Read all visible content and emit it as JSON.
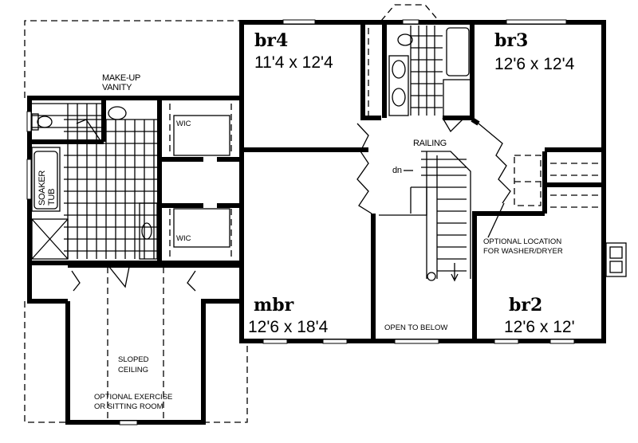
{
  "rooms": {
    "br4": {
      "name": "br4",
      "size": "11'4 x 12'4"
    },
    "br3": {
      "name": "br3",
      "size": "12'6 x 12'4"
    },
    "mbr": {
      "name": "mbr",
      "size": "12'6 x 18'4"
    },
    "br2": {
      "name": "br2",
      "size": "12'6 x 12'"
    }
  },
  "labels": {
    "makeup_1": "MAKE-UP",
    "makeup_2": "VANITY",
    "wic_top": "WIC",
    "wic_bottom": "WIC",
    "soaker_1": "SOAKER",
    "soaker_2": "TUB",
    "railing": "RAILING",
    "dn": "dn",
    "washer_1": "OPTIONAL LOCATION",
    "washer_2": "FOR WASHER/DRYER",
    "open_below": "OPEN TO BELOW",
    "sloped_1": "SLOPED",
    "sloped_2": "CEILING",
    "exercise_1": "OPTIONAL EXERCISE",
    "exercise_2": "OR SITTING ROOM"
  }
}
